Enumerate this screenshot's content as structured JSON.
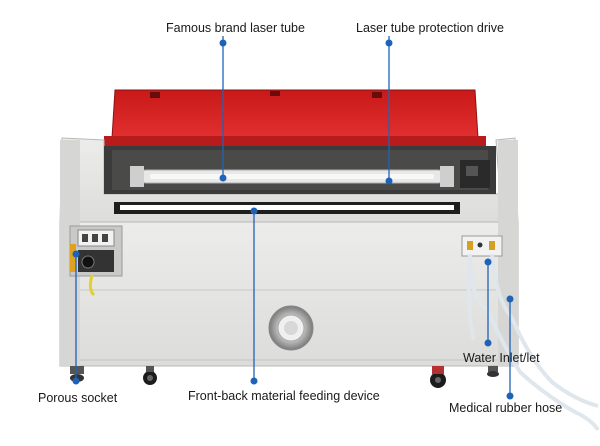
{
  "colors": {
    "lid": "#d32020",
    "body": "#e4e4e2",
    "callout": "#1f63b8"
  },
  "labels": {
    "laser_tube": "Famous brand laser tube",
    "protection_drive": "Laser tube protection drive",
    "feeding_device": "Front-back material feeding device",
    "porous_socket": "Porous socket",
    "water_inlet": "Water Inlet/let",
    "rubber_hose": "Medical rubber hose"
  }
}
